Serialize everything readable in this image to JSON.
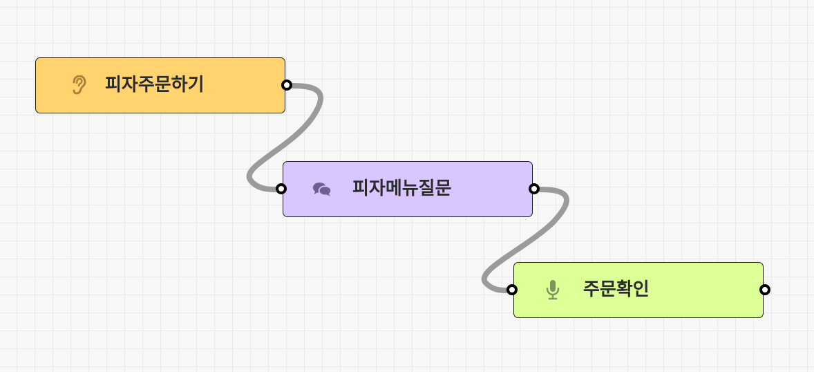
{
  "nodes": [
    {
      "id": "order",
      "label": "피자주문하기",
      "color": "#ffd36e",
      "icon": "ear-icon",
      "icon_color": "#a58338"
    },
    {
      "id": "menu",
      "label": "피자메뉴질문",
      "color": "#d9c6ff",
      "icon": "chat-bubbles-icon",
      "icon_color": "#6d5f8f"
    },
    {
      "id": "confirm",
      "label": "주문확인",
      "color": "#dcff96",
      "icon": "microphone-icon",
      "icon_color": "#7f9560"
    }
  ],
  "edges": [
    {
      "from": "order",
      "to": "menu"
    },
    {
      "from": "menu",
      "to": "confirm"
    }
  ],
  "colors": {
    "canvas": "#f7f7f7",
    "grid": "#e9e9e9",
    "edge": "#9b9b9b",
    "node_border": "#1c1c1c",
    "port_border": "#000000"
  }
}
